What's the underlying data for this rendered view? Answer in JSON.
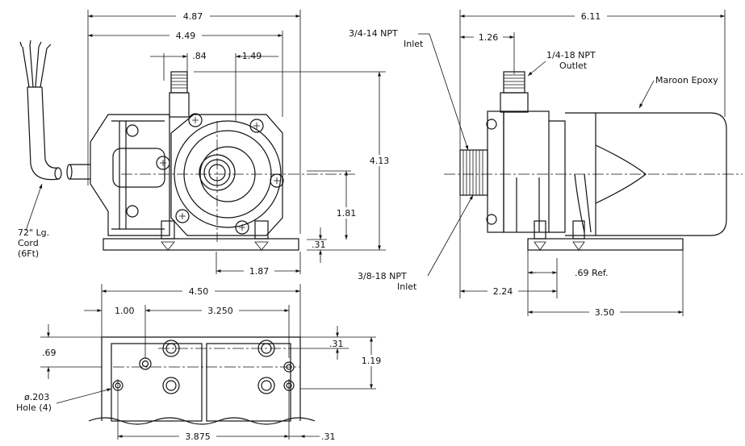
{
  "side_view": {
    "dim_overall_width": "4.87",
    "dim_body_width": "4.49",
    "dim_outlet_offset": ".84",
    "dim_outlet_to_center": "1.49",
    "dim_height": "4.13",
    "dim_center_height": "1.81",
    "dim_base_thickness": ".31",
    "dim_base_to_center": "1.87",
    "cord_label_line1": "72\" Lg.",
    "cord_label_line2": "Cord",
    "cord_label_line3": "(6Ft)"
  },
  "front_view": {
    "dim_overall_length": "6.11",
    "dim_outlet_position": "1.26",
    "dim_inlet_to_base": "2.24",
    "dim_base_ref": ".69 Ref.",
    "dim_base_length": "3.50",
    "inlet_top_line1": "3/4-14 NPT",
    "inlet_top_line2": "Inlet",
    "outlet_line1": "1/4-18 NPT",
    "outlet_line2": "Outlet",
    "epoxy_label": "Maroon Epoxy",
    "inlet_bottom_line1": "3/8-18 NPT",
    "inlet_bottom_line2": "Inlet"
  },
  "bottom_view": {
    "dim_width": "4.50",
    "dim_hole_offset": "1.00",
    "dim_hole_spacing": "3.250",
    "dim_left_vertical": ".69",
    "dim_right_top": ".31",
    "dim_right_height": "1.19",
    "hole_label_line1": "ø.203",
    "hole_label_line2": "Hole (4)",
    "dim_hole_span": "3.875",
    "dim_edge_offset": ".31"
  }
}
